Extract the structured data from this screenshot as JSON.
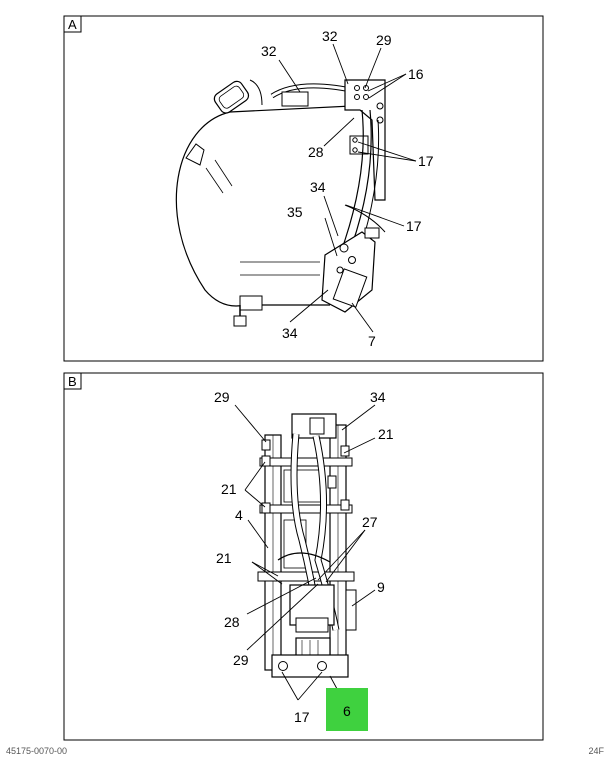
{
  "panels": {
    "a": {
      "label": "A",
      "callouts": {
        "c32a": "32",
        "c32b": "32",
        "c29": "29",
        "c16": "16",
        "c28": "28",
        "c17a": "17",
        "c34a": "34",
        "c17b": "17",
        "c35": "35",
        "c34b": "34",
        "c7": "7"
      }
    },
    "b": {
      "label": "B",
      "callouts": {
        "c29a": "29",
        "c34": "34",
        "c21a": "21",
        "c21b": "21",
        "c4": "4",
        "c27": "27",
        "c21c": "21",
        "c9": "9",
        "c28": "28",
        "c29b": "29",
        "c17": "17",
        "c6": "6"
      }
    }
  },
  "highlight_color": "#3fd13f",
  "footer": {
    "left": "45175-0070-00",
    "right": "24F"
  }
}
